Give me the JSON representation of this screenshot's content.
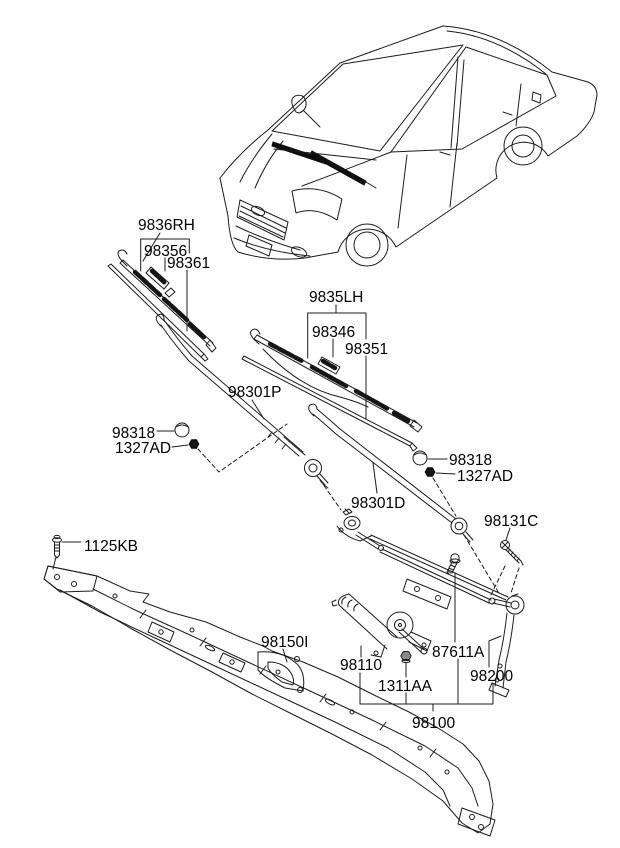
{
  "diagram": {
    "type": "vehicle-parts-diagram",
    "subject": "windshield-wiper-system",
    "background_color": "#ffffff",
    "line_color": "#1c1c1c",
    "labels": {
      "rh_assembly": "9836RH",
      "rh_blade": "98356",
      "rh_refill": "98361",
      "lh_assembly": "9835LH",
      "lh_clip": "98346",
      "lh_refill": "98351",
      "arm_passenger": "98301P",
      "cap_left": "98318",
      "nut_left": "1327AD",
      "arm_driver": "98301D",
      "cap_right": "98318",
      "nut_right": "1327AD",
      "pivot_screw": "98131C",
      "cowl_bolt": "1125KB",
      "cowl_bracket": "98150I",
      "motor": "98110",
      "motor_bolt": "87611A",
      "linkage": "98200",
      "motor_nut": "1311AA",
      "wiper_unit": "98100"
    }
  }
}
